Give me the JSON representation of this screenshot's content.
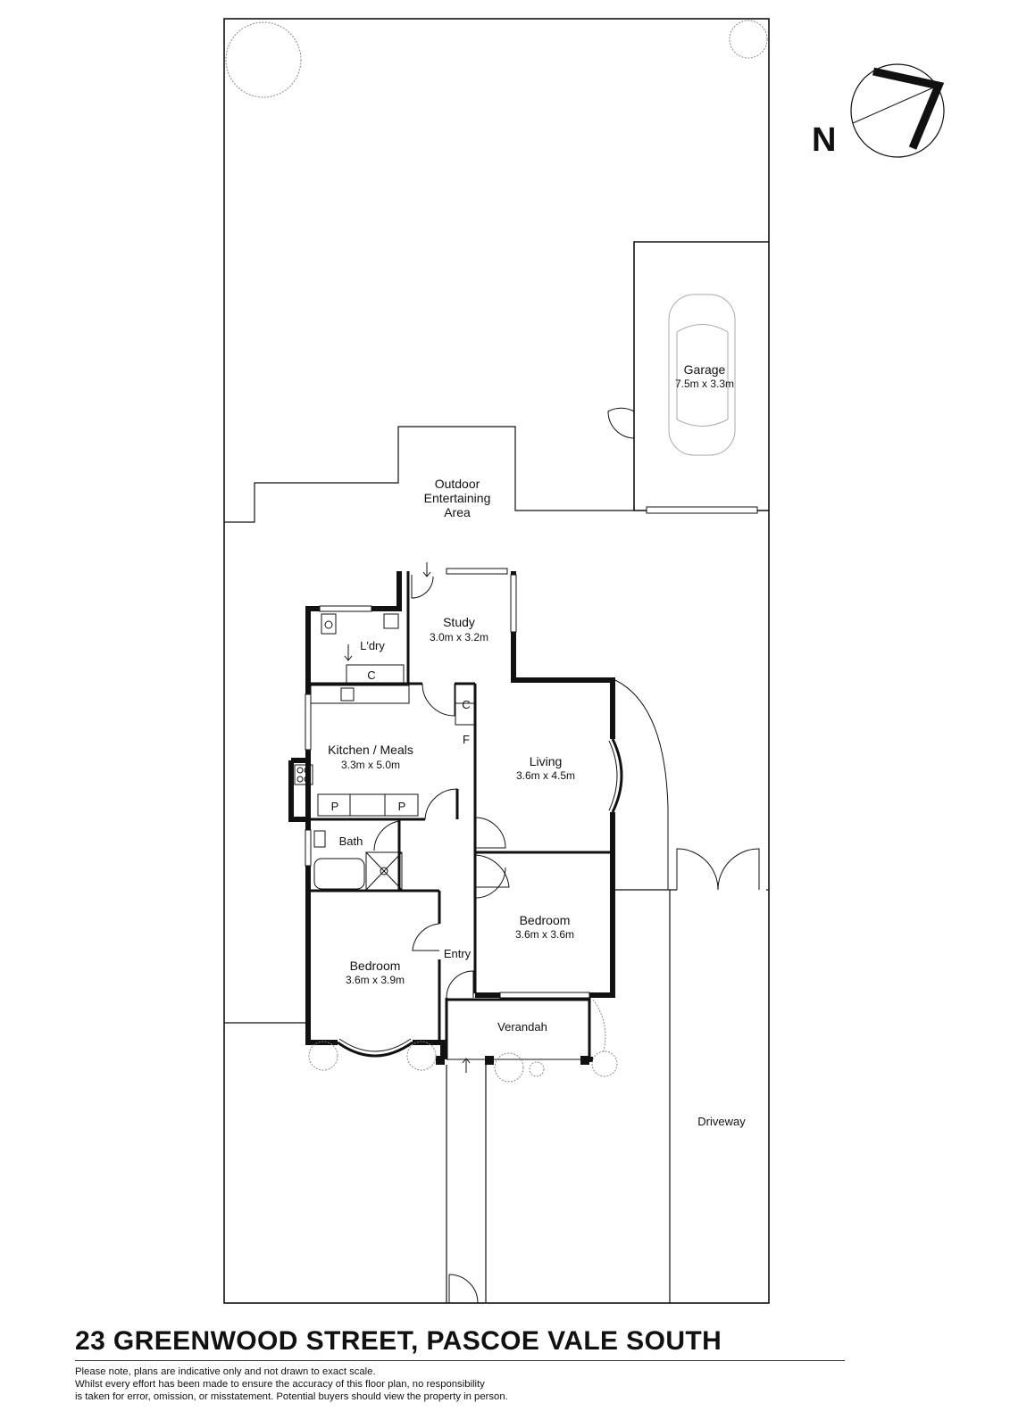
{
  "compass": {
    "label": "N",
    "icon": "north-arrow-icon"
  },
  "rooms": {
    "garage": {
      "name": "Garage",
      "dims": "7.5m x 3.3m"
    },
    "outdoor": {
      "line1": "Outdoor",
      "line2": "Entertaining",
      "line3": "Area"
    },
    "study": {
      "name": "Study",
      "dims": "3.0m x 3.2m"
    },
    "laundry": {
      "name": "L'dry"
    },
    "kitchen": {
      "name": "Kitchen / Meals",
      "dims": "3.3m x 5.0m"
    },
    "living": {
      "name": "Living",
      "dims": "3.6m x 4.5m"
    },
    "bath": {
      "name": "Bath"
    },
    "bedroom1": {
      "name": "Bedroom",
      "dims": "3.6m x 3.6m"
    },
    "bedroom2": {
      "name": "Bedroom",
      "dims": "3.6m x 3.9m"
    },
    "entry": {
      "name": "Entry"
    },
    "verandah": {
      "name": "Verandah"
    },
    "driveway": {
      "name": "Driveway"
    }
  },
  "fixtures": {
    "cupboard": "C",
    "fridge": "F",
    "pantry": "P"
  },
  "title": "23 GREENWOOD STREET, PASCOE VALE SOUTH",
  "disclaimer": [
    "Please note, plans are indicative only and not drawn to exact scale.",
    "Whilst every effort has been made to ensure the accuracy of this floor plan, no responsibility",
    "is taken for error, omission, or misstatement. Potential buyers should view the property in person."
  ]
}
